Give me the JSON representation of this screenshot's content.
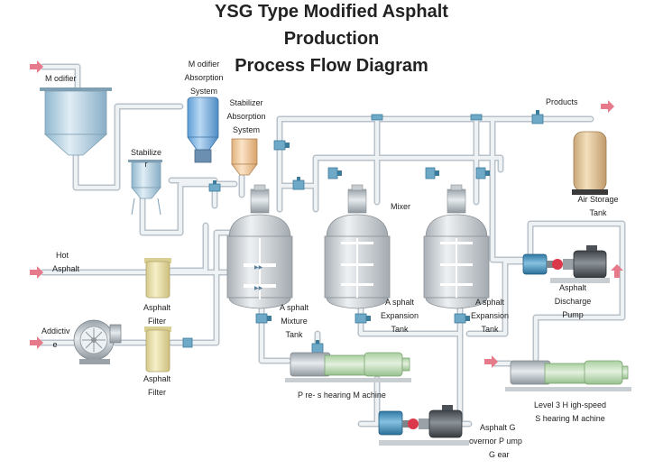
{
  "title": {
    "line1": "YSG Type Modified Asphalt",
    "line2": "Production",
    "line3": "Process Flow Diagram"
  },
  "labels": {
    "modifier": "M odifier",
    "modifier_absorption": [
      "M odifier",
      "Absorption",
      "System"
    ],
    "stabilizer_absorption": [
      "Stabilizer",
      "Absorption",
      "System"
    ],
    "stabilizer": [
      "Stabilize",
      "r"
    ],
    "products": "Products",
    "air_storage_tank": [
      "Air Storage",
      "Tank"
    ],
    "mixer": "Mixer",
    "hot_asphalt": [
      "Hot",
      "Asphalt"
    ],
    "additive": [
      "Addictiv",
      "e"
    ],
    "asphalt_filter_1": [
      "Asphalt",
      "Filter"
    ],
    "asphalt_filter_2": [
      "Asphalt",
      "Filter"
    ],
    "asphalt_mixture_tank": [
      "A sphalt",
      "Mixture",
      "Tank"
    ],
    "expansion_tank_1": [
      "A sphalt",
      "Expansion",
      "Tank"
    ],
    "expansion_tank_2": [
      "A sphalt",
      "Expansion",
      "Tank"
    ],
    "discharge_pump": [
      "Asphalt",
      "Discharge",
      "Pump"
    ],
    "pre_shearing_machine": "P re- s hearing  M achine",
    "level3_shearing_machine": [
      "Level 3  H igh-speed",
      "S hearing  M achine"
    ],
    "governor_pump_gear": [
      "Asphalt G",
      "overnor  P ump",
      "G ear"
    ]
  },
  "colors": {
    "pipe": "#dde3e8",
    "pipe_edge": "#b8c2ca",
    "tank_steel": "#c8cdd2",
    "filter_tan": "#e6dfa8",
    "motor_green": "#b9d8b0",
    "pump_blue": "#4f93b8",
    "flow_arrow": "#e67a8a",
    "storage_tank": "#e2c79a"
  },
  "icons": [
    "flow-arrow-icon",
    "valve-icon",
    "tank-icon",
    "pump-icon",
    "motor-icon",
    "blower-icon",
    "filter-icon"
  ]
}
